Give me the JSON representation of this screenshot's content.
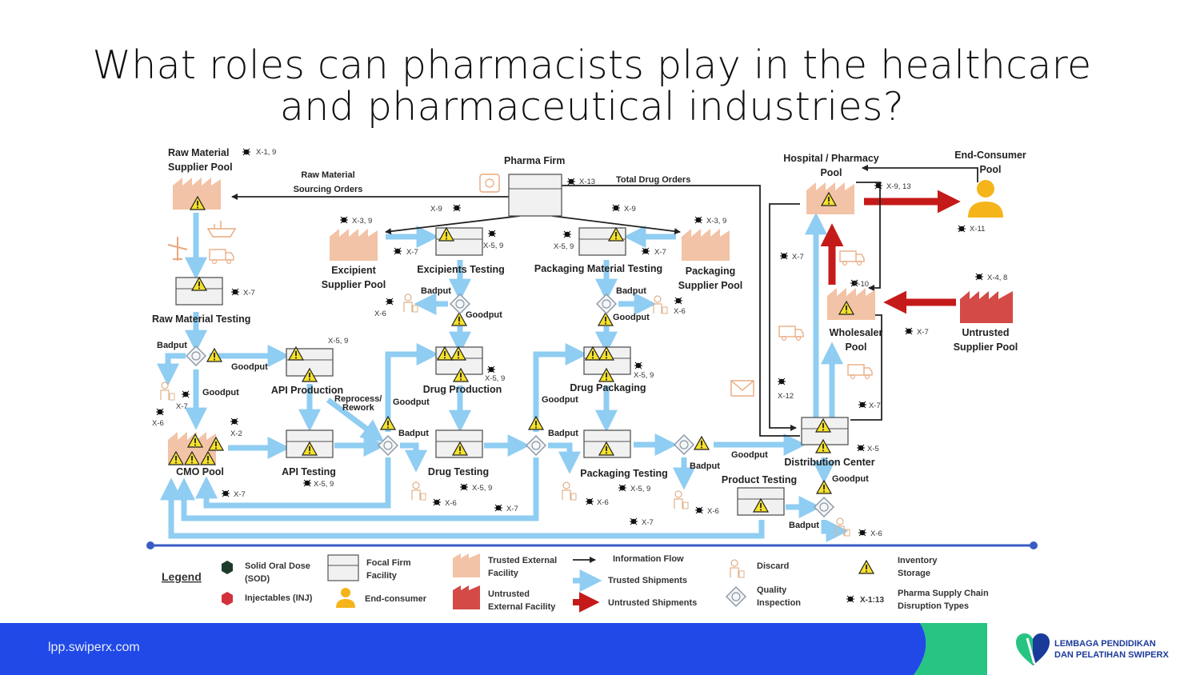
{
  "slide": {
    "title_line1": "What roles can pharmacists play in the healthcare",
    "title_line2": "and pharmaceutical industries?",
    "footer_url": "lpp.swiperx.com",
    "brand_line1": "LEMBAGA PENDIDIKAN",
    "brand_line2": "DAN PELATIHAN SWIPERX",
    "colors": {
      "footer_blue": "#2049e8",
      "footer_green": "#27c483",
      "trusted_flow": "#8fcdf2",
      "untrusted_flow": "#c51a1a",
      "trusted_facility": "#f2c3a6",
      "untrusted_facility": "#d34a47"
    }
  },
  "diagram": {
    "nodes": {
      "raw_material_supplier": [
        "Raw Material",
        "Supplier Pool"
      ],
      "pharma_firm": "Pharma Firm",
      "hospital": [
        "Hospital / Pharmacy",
        "Pool"
      ],
      "end_consumer": [
        "End-Consumer",
        "Pool"
      ],
      "excipient_supplier": [
        "Excipient",
        "Supplier Pool"
      ],
      "excipients_testing": "Excipients Testing",
      "packaging_material_testing": "Packaging Material Testing",
      "packaging_supplier": [
        "Packaging",
        "Supplier Pool"
      ],
      "raw_material_testing": "Raw Material Testing",
      "wholesaler": [
        "Wholesaler",
        "Pool"
      ],
      "untrusted_supplier": [
        "Untrusted",
        "Supplier Pool"
      ],
      "api_production": "API Production",
      "drug_production": "Drug Production",
      "drug_packaging": "Drug Packaging",
      "cmo_pool": "CMO Pool",
      "api_testing": "API Testing",
      "drug_testing": "Drug Testing",
      "packaging_testing": "Packaging Testing",
      "distribution_center": "Distribution Center",
      "product_testing": "Product Testing"
    },
    "flow_labels": {
      "raw_material_sourcing": [
        "Raw Material",
        "Sourcing Orders"
      ],
      "total_drug_orders": "Total Drug Orders",
      "badput": "Badput",
      "goodput": "Goodput",
      "reprocess": [
        "Reprocess/",
        "Rework"
      ]
    },
    "disruptions": {
      "x1_9": "X-1, 9",
      "x13": "X-13",
      "x9_13": "X-9, 13",
      "x11": "X-11",
      "x9": "X-9",
      "x3_9": "X-3, 9",
      "x5_9": "X-5, 9",
      "x7": "X-7",
      "x6": "X-6",
      "x4_8": "X-4, 8",
      "x10": "X-10",
      "x12": "X-12",
      "x5": "X-5",
      "x2": "X-2"
    },
    "legend": {
      "title": "Legend",
      "sod": [
        "Solid Oral Dose",
        "(SOD)"
      ],
      "inj": "Injectables (INJ)",
      "focal": [
        "Focal Firm",
        "Facility"
      ],
      "end_consumer": "End-consumer",
      "trusted_ext": [
        "Trusted External",
        "Facility"
      ],
      "untrusted_ext": [
        "Untrusted",
        "External Facility"
      ],
      "info_flow": "Information Flow",
      "trusted_ship": "Trusted Shipments",
      "untrusted_ship": "Untrusted Shipments",
      "discard": "Discard",
      "quality": [
        "Quality",
        "Inspection"
      ],
      "inventory": [
        "Inventory",
        "Storage"
      ],
      "disruption_code": "X-1:13",
      "disruption": [
        "Pharma Supply Chain",
        "Disruption Types"
      ]
    }
  }
}
